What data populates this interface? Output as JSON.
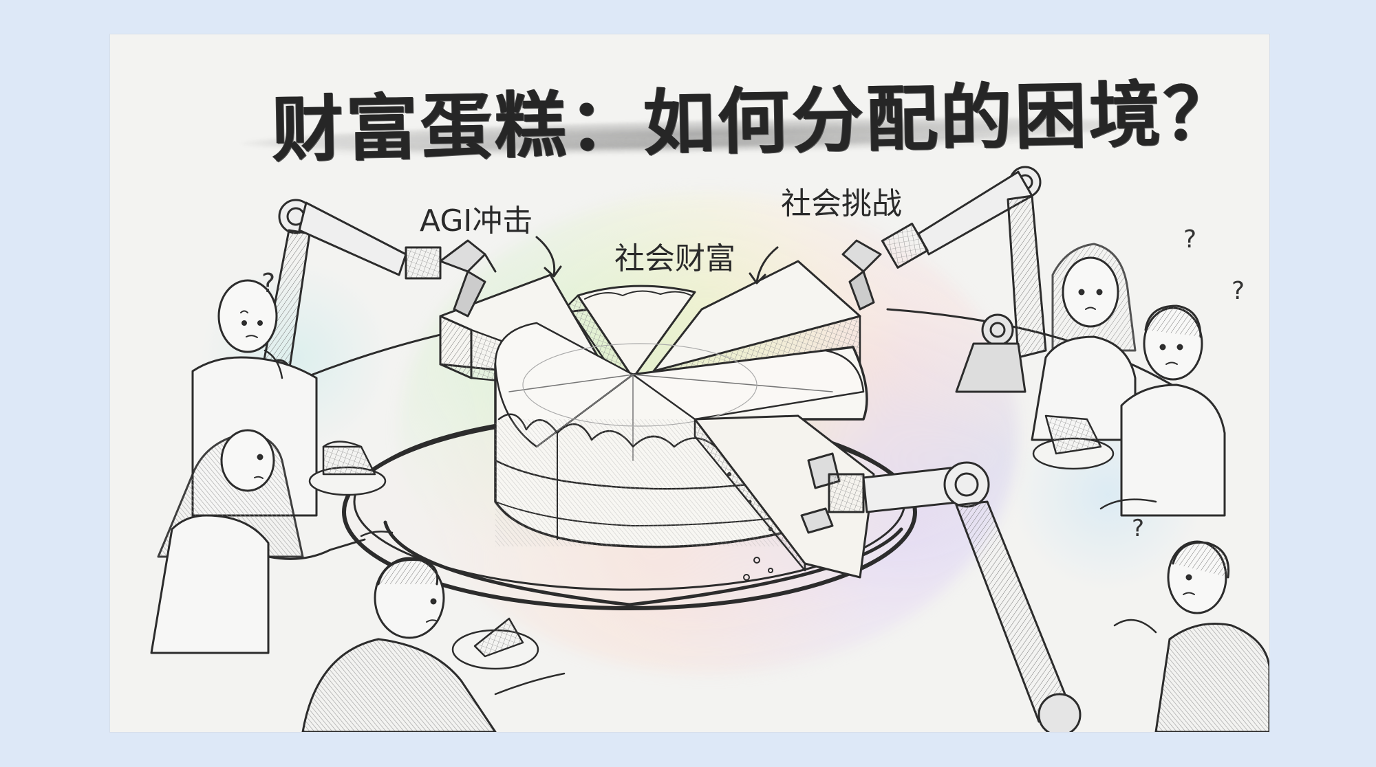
{
  "illustration": {
    "style": "pencil sketch",
    "title": "财富蛋糕：如何分配的困境？",
    "labels": {
      "agi_impact": "AGI冲击",
      "social_wealth": "社会财富",
      "social_challenge": "社会挑战"
    },
    "question_mark": "?",
    "colors": {
      "page_background": "#dde8f7",
      "paper": "#f3f3f1",
      "ink": "#2a2a2a",
      "glow_green": "#cdf0be",
      "glow_yellow": "#fff5c8",
      "glow_pink": "#fad7d7",
      "glow_lavender": "#e1cdf5",
      "glow_blue": "#c8e6f5"
    },
    "scene": {
      "centerpiece": "round layered cake on a platter cut into 8 slices",
      "robot_arms": 4,
      "people": 6,
      "plates_with_slices": 3
    }
  }
}
